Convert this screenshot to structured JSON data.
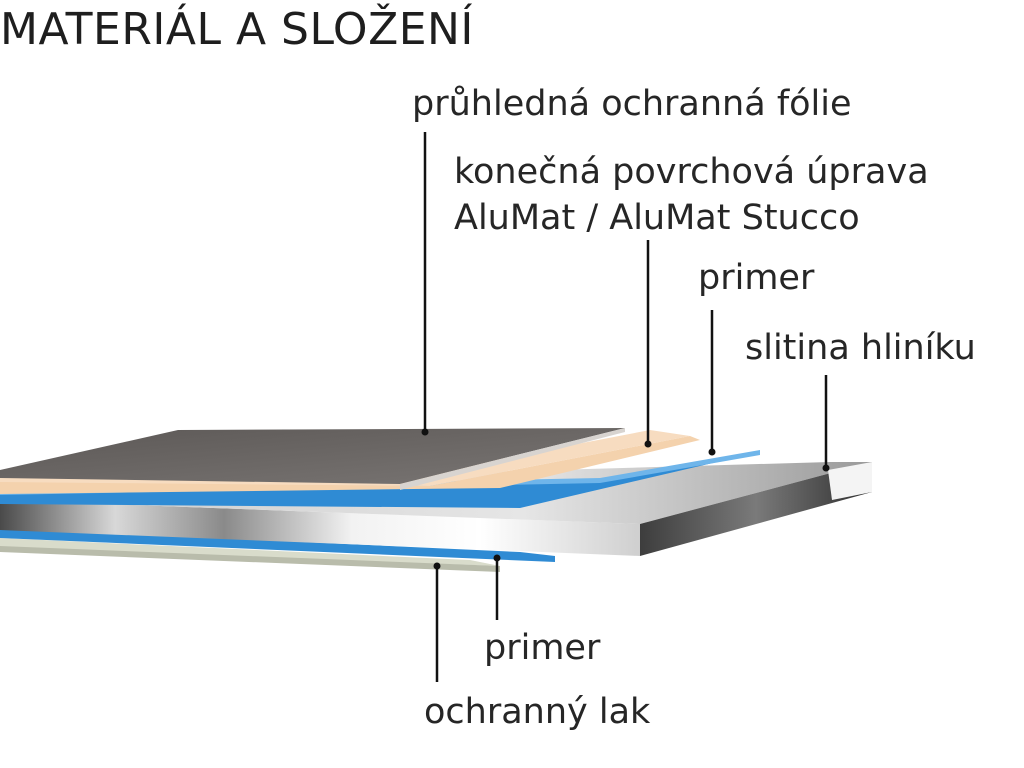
{
  "title": "MATERIÁL A SLOŽENÍ",
  "layers": [
    {
      "id": "protective-film",
      "label": "průhledná ochranná fólie",
      "color": "#6e6a68"
    },
    {
      "id": "top-finish",
      "label_lines": [
        "konečná povrchová úprava",
        "AluMat / AluMat Stucco"
      ],
      "color": "#f4d2ad"
    },
    {
      "id": "primer-top",
      "label": "primer",
      "color": "#2f8bd4"
    },
    {
      "id": "aluminium",
      "label": "slitina hliníku",
      "color": "#c8c8c8"
    },
    {
      "id": "primer-bottom",
      "label": "primer",
      "color": "#2f8bd4"
    },
    {
      "id": "protective-lacquer",
      "label": "ochranný lak",
      "color": "#d9dccb"
    }
  ]
}
